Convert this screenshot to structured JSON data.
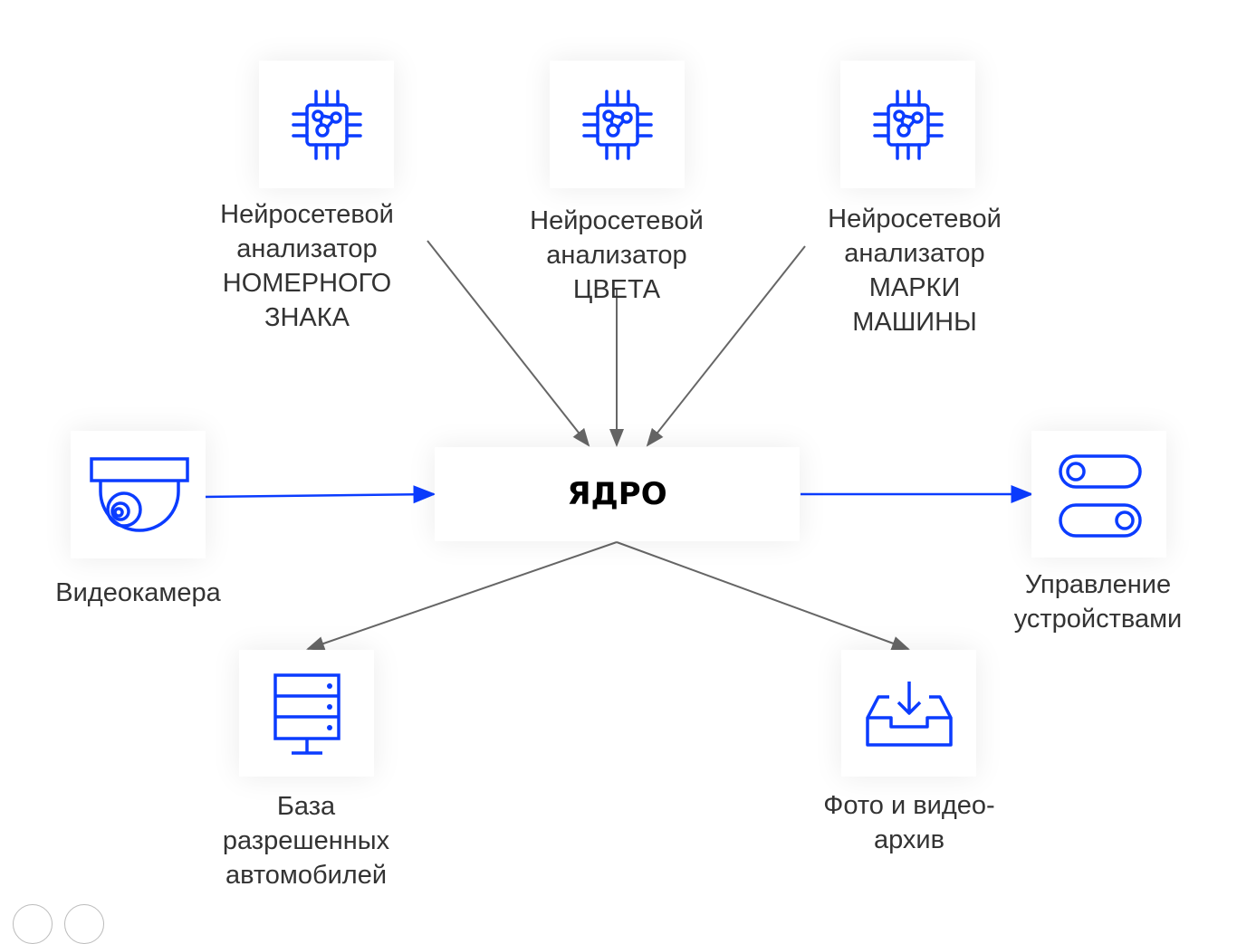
{
  "colors": {
    "accent": "#0b3cff",
    "line": "#666666"
  },
  "nodes": {
    "plate_analyzer": {
      "label": "Нейросетевой\nанализатор\nНОМЕРНОГО\nЗНАКА",
      "icon": "chip-icon"
    },
    "color_analyzer": {
      "label": "Нейросетевой\nанализатор\nЦВЕТА",
      "icon": "chip-icon"
    },
    "brand_analyzer": {
      "label": "Нейросетевой\nанализатор\nМАРКИ\nМАШИНЫ",
      "icon": "chip-icon"
    },
    "camera": {
      "label": "Видеокамера",
      "icon": "camera-icon"
    },
    "core": {
      "label": "ЯДРО"
    },
    "device_control": {
      "label": "Управление\nустройствами",
      "icon": "toggle-icon"
    },
    "database": {
      "label": "База\nразрешенных\nавтомобилей",
      "icon": "server-icon"
    },
    "archive": {
      "label": "Фото и видео-\nархив",
      "icon": "inbox-download-icon"
    }
  }
}
